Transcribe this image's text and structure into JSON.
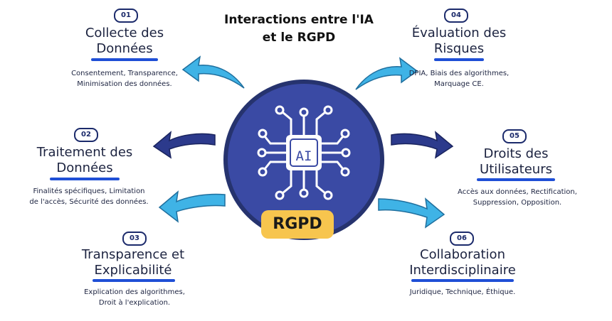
{
  "title": [
    "Interactions entre l'IA",
    "et le RGPD"
  ],
  "center": {
    "chip_label": "AI",
    "badge_label": "RGPD",
    "icon": "ai-chip-icon"
  },
  "colors": {
    "navy": "#26336e",
    "circle": "#3a4aa4",
    "accent_blue": "#1f4fd6",
    "yellow": "#f7c54e",
    "cyan_arrow": "#3fb3e6",
    "navy_arrow": "#2c3a8c"
  },
  "nodes": [
    {
      "number": "01",
      "heading": [
        "Collecte des",
        "Données"
      ],
      "description": [
        "Consentement, Transparence,",
        "Minimisation des données."
      ]
    },
    {
      "number": "02",
      "heading": [
        "Traitement des",
        "Données"
      ],
      "description": [
        "Finalités spécifiques, Limitation",
        "de l'accès, Sécurité des données."
      ]
    },
    {
      "number": "03",
      "heading": [
        "Transparence et",
        "Explicabilité"
      ],
      "description": [
        "Explication des algorithmes,",
        "Droit à l'explication."
      ]
    },
    {
      "number": "04",
      "heading": [
        "Évaluation des",
        "Risques"
      ],
      "description": [
        "DPIA, Biais des algorithmes,",
        "Marquage CE."
      ]
    },
    {
      "number": "05",
      "heading": [
        "Droits des",
        "Utilisateurs"
      ],
      "description": [
        "Accès aux données, Rectification,",
        "Suppression, Opposition."
      ]
    },
    {
      "number": "06",
      "heading": [
        "Collaboration",
        "Interdisciplinaire"
      ],
      "description": [
        "Juridique, Technique, Éthique."
      ]
    }
  ]
}
